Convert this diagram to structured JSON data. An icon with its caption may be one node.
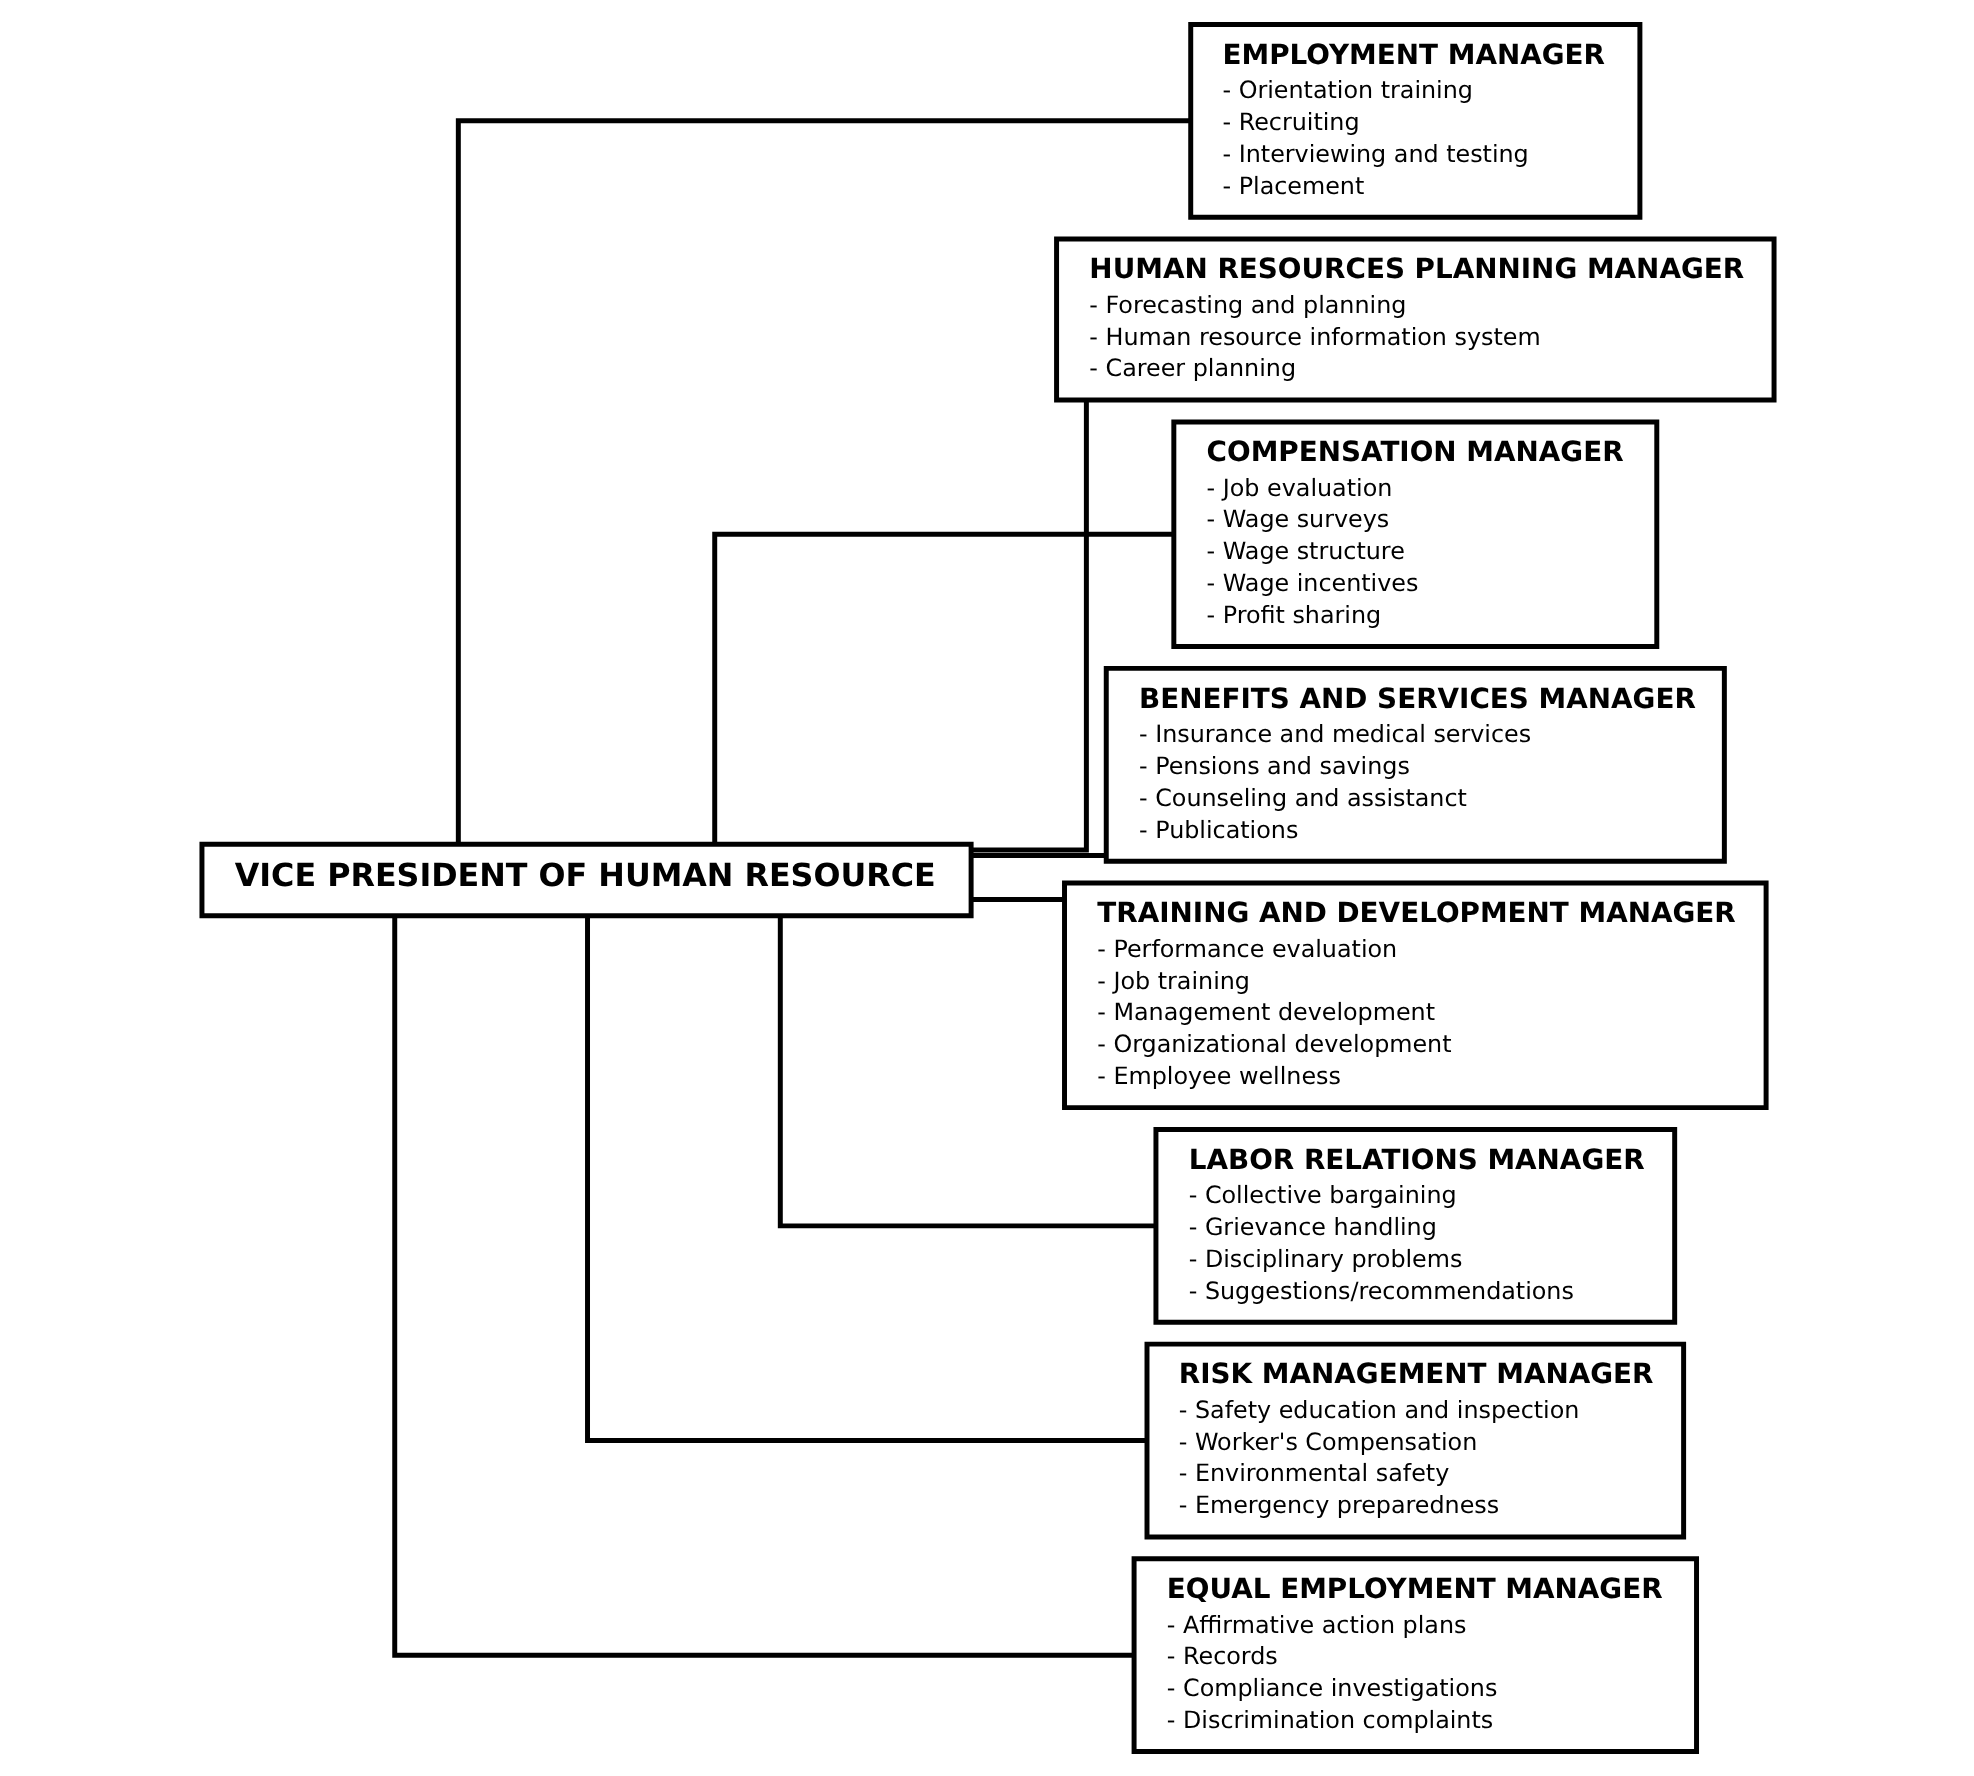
{
  "diagram": {
    "nodes": [
      {
        "text": [
          "VICE PRESIDENT OF HUMAN RESOURCE"
        ]
      },
      {
        "text": [
          "EMPLOYMENT MANAGER",
          "- Orientation training",
          "- Recruiting",
          "- Interviewing and testing",
          "- Placement"
        ]
      },
      {
        "text": [
          "HUMAN RESOURCES PLANNING MANAGER",
          "- Forecasting and planning",
          "- Human resource information system",
          "- Career planning"
        ]
      },
      {
        "text": [
          "COMPENSATION MANAGER",
          "- Job evaluation",
          "- Wage surveys",
          "- Wage structure",
          "- Wage incentives",
          "- Profit sharing"
        ]
      },
      {
        "text": [
          "BENEFITS AND SERVICES MANAGER",
          "- Insurance and medical services",
          "- Pensions and savings",
          "- Counseling and assistanct",
          "- Publications"
        ]
      },
      {
        "text": [
          "TRAINING AND DEVELOPMENT MANAGER",
          "- Performance evaluation",
          "- Job training",
          "- Management development",
          "- Organizational development",
          "- Employee wellness"
        ]
      },
      {
        "text": [
          "LABOR RELATIONS MANAGER",
          "- Collective bargaining",
          "- Grievance handling",
          "- Disciplinary problems",
          "- Suggestions/recommendations"
        ]
      },
      {
        "text": [
          "RISK MANAGEMENT MANAGER",
          "- Safety education and inspection",
          "- Worker's Compensation",
          "- Environmental safety",
          "- Emergency preparedness"
        ]
      },
      {
        "text": [
          "EQUAL EMPLOYMENT MANAGER",
          "- Affirmative action plans",
          "- Records",
          "- Compliance investigations",
          "- Discrimination complaints"
        ]
      }
    ],
    "edges": [
      {
        "from": 0,
        "to": 1,
        "arrow": "none"
      },
      {
        "from": 0,
        "to": 2,
        "arrow": "none"
      },
      {
        "from": 0,
        "to": 3,
        "arrow": "none"
      },
      {
        "from": 0,
        "to": 4,
        "arrow": "none"
      },
      {
        "from": 0,
        "to": 5,
        "arrow": "none"
      },
      {
        "from": 0,
        "to": 6,
        "arrow": "none"
      },
      {
        "from": 0,
        "to": 7,
        "arrow": "none"
      },
      {
        "from": 0,
        "to": 8,
        "arrow": "none"
      }
    ]
  }
}
